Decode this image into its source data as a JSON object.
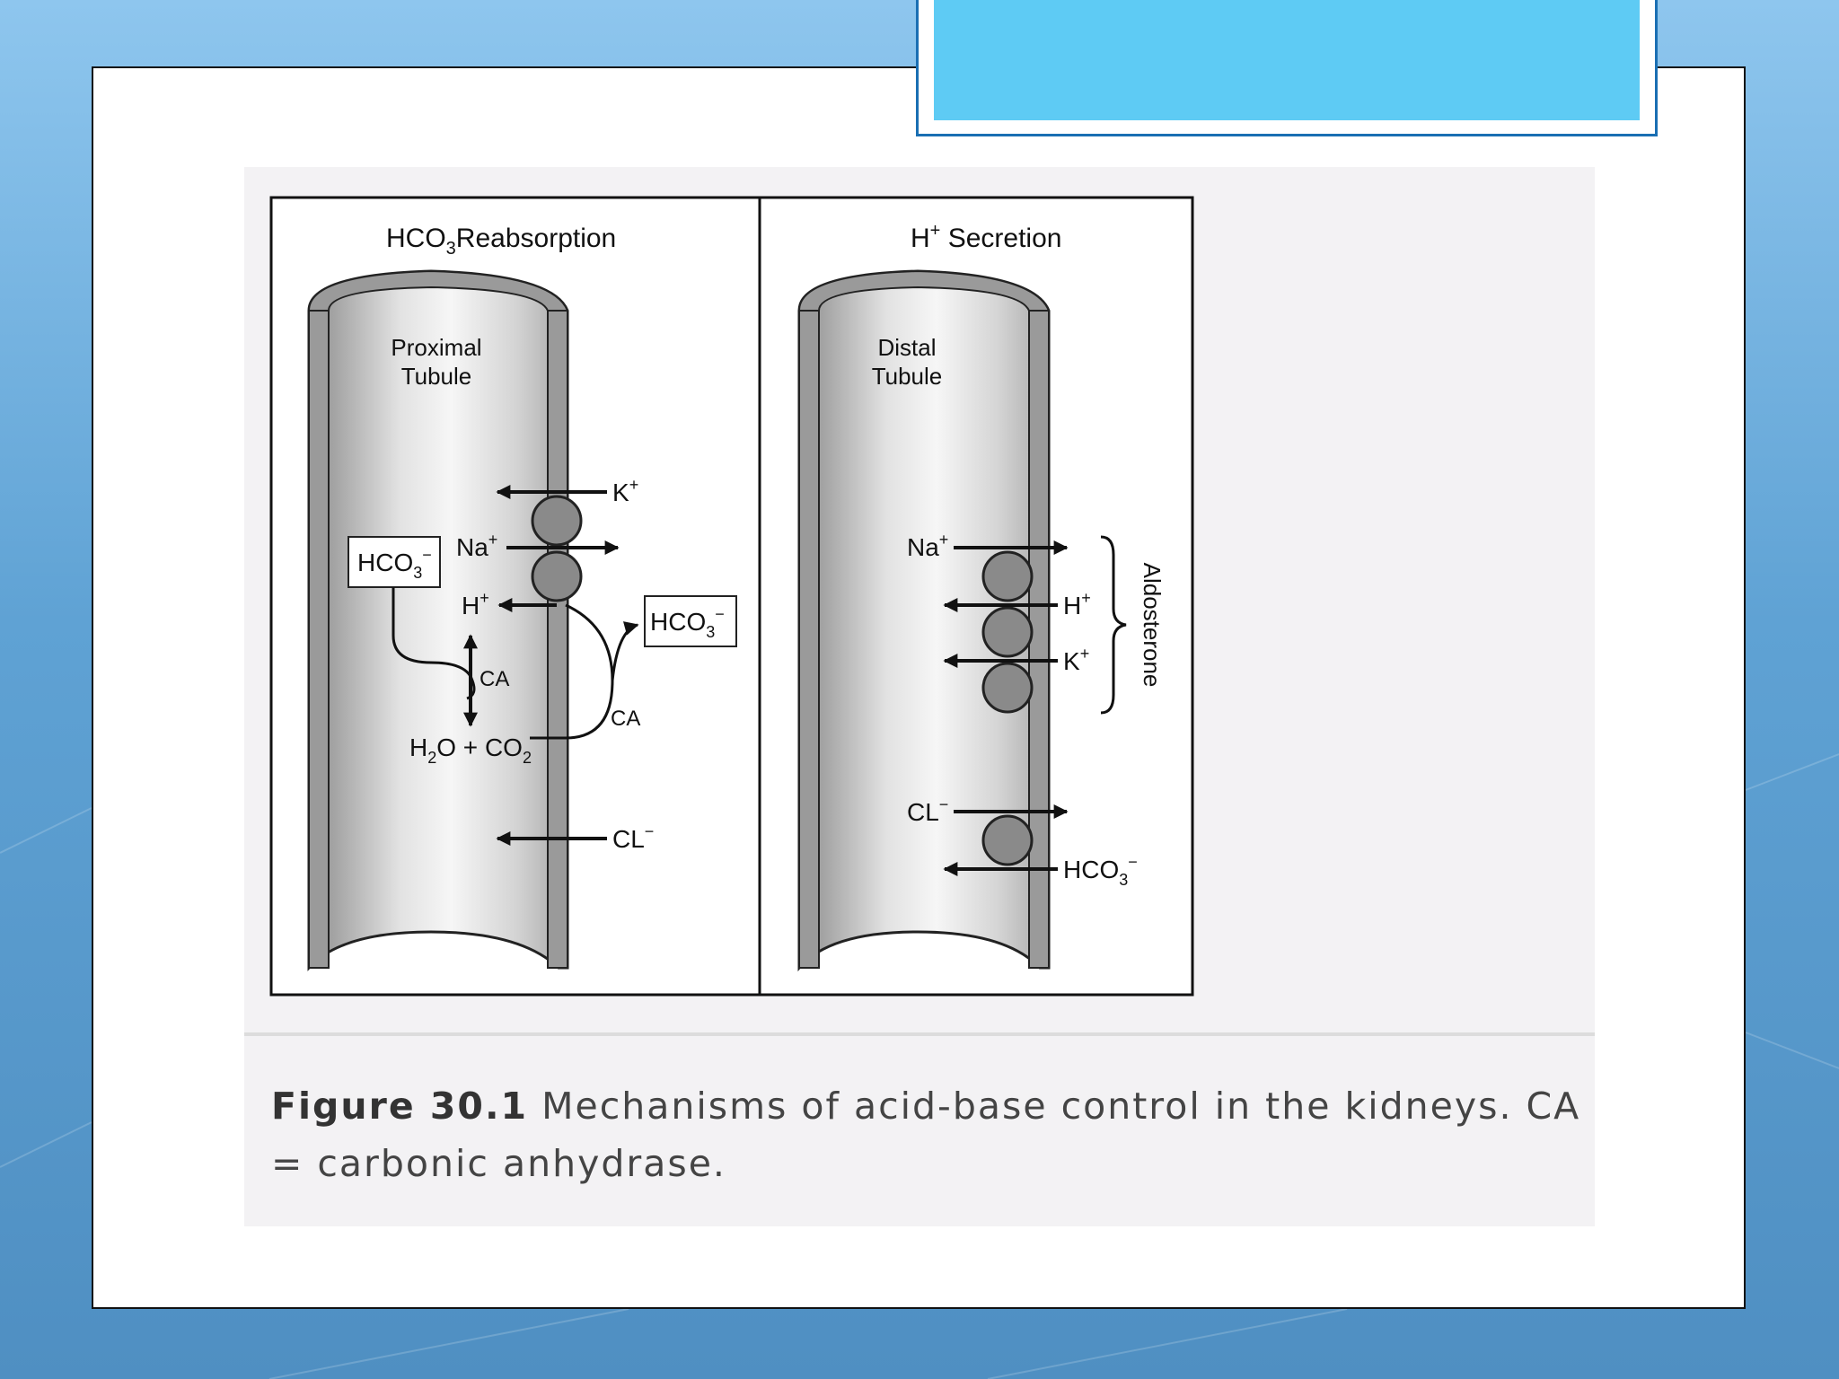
{
  "left_panel": {
    "title": "Reabsorption",
    "tubule_line1": "Proximal",
    "tubule_line2": "Tubule",
    "ion_k": "K",
    "ion_na": "Na",
    "ion_h": "H",
    "ion_cl": "CL",
    "hco3_base": "HCO",
    "ca_label": "CA",
    "h2o_base": "H",
    "h2o_mid": "O + CO"
  },
  "right_panel": {
    "title": "Secretion",
    "tubule_line1": "Distal",
    "tubule_line2": "Tubule",
    "ion_na": "Na",
    "ion_h": "H",
    "ion_k": "K",
    "ion_cl": "CL",
    "hco3_base": "HCO",
    "hormone": "Aldosterone"
  },
  "caption": {
    "label": "Figure 30.1",
    "text": " Mechanisms of acid-base control in the kidneys. CA = carbonic anhydrase."
  },
  "colors": {
    "title_fill": "#5ecbf4",
    "title_border": "#1a6fb3"
  }
}
